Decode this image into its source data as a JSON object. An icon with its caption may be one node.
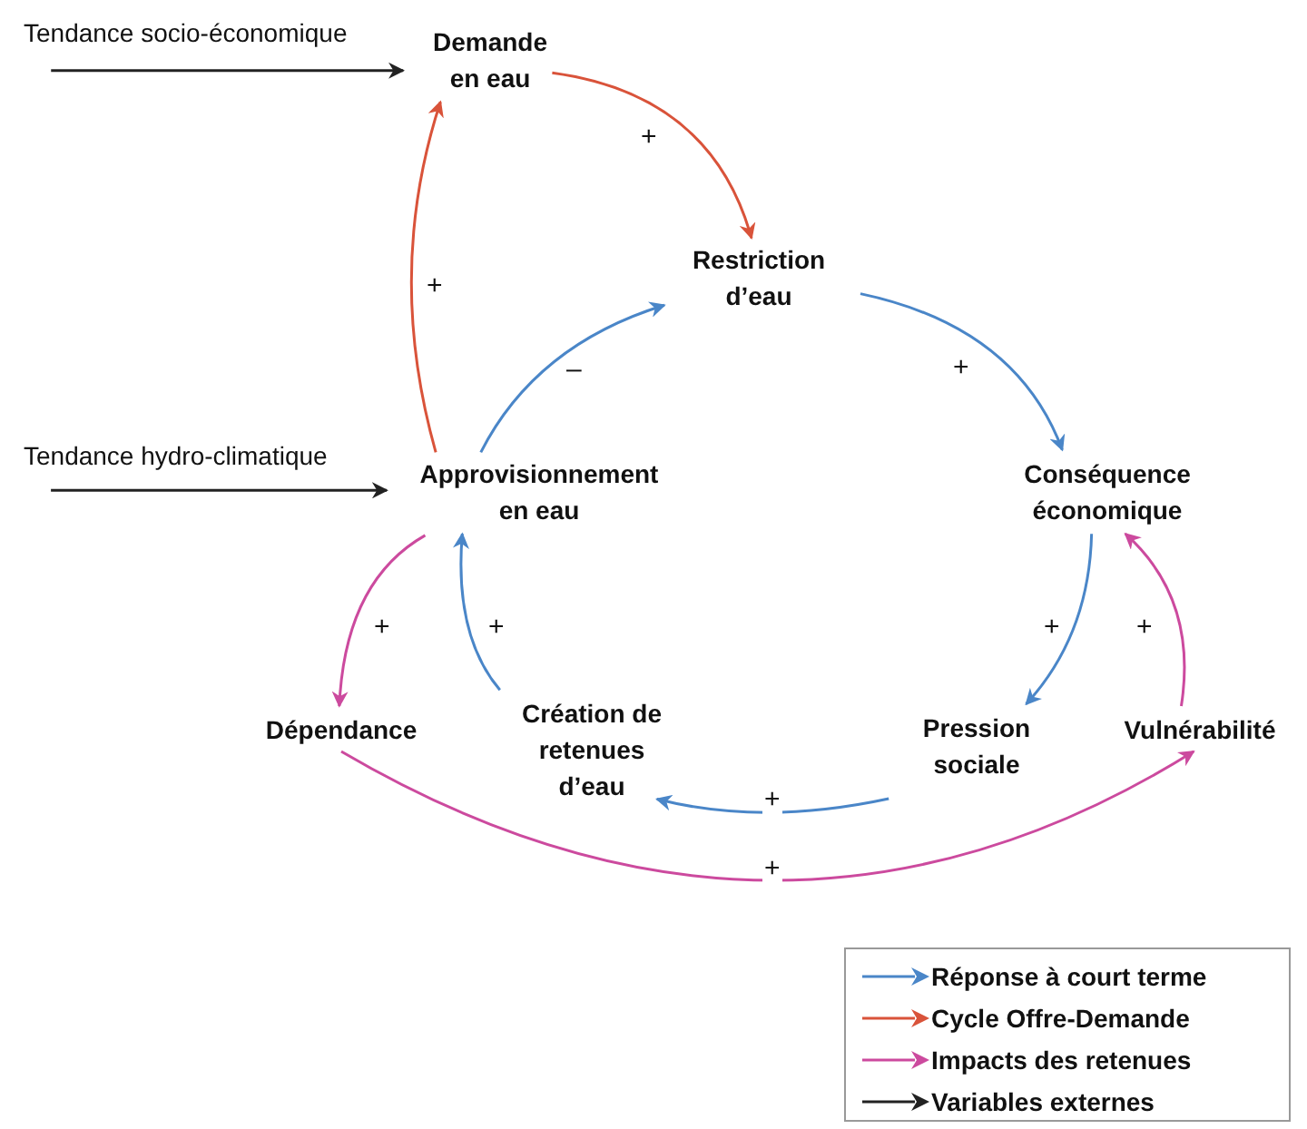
{
  "diagram": {
    "nodes": [
      {
        "text": [
          "Demande en eau"
        ]
      },
      {
        "text": [
          "Restriction d’eau"
        ]
      },
      {
        "text": [
          "Approvisionnement en eau"
        ]
      },
      {
        "text": [
          "Conséquence économique"
        ]
      },
      {
        "text": [
          "Dépendance"
        ]
      },
      {
        "text": [
          "Création de retenues d’eau"
        ]
      },
      {
        "text": [
          "Pression sociale"
        ]
      },
      {
        "text": [
          "Vulnérabilité"
        ]
      }
    ],
    "edges": [
      {
        "from": null,
        "to": 0,
        "arrow": "to",
        "label": "Tendance socio-économique",
        "color": "#222222"
      },
      {
        "from": 0,
        "to": 1,
        "arrow": "to",
        "label": "+",
        "color": "#d9533a"
      },
      {
        "from": 2,
        "to": 0,
        "arrow": "to",
        "label": "+",
        "color": "#d9533a"
      },
      {
        "from": 2,
        "to": 1,
        "arrow": "to",
        "label": "–"
      },
      {
        "from": 1,
        "to": 3,
        "arrow": "to",
        "label": "+"
      },
      {
        "from": null,
        "to": 2,
        "arrow": "to",
        "label": "Tendance hydro-climatique",
        "color": "#222222"
      },
      {
        "from": 2,
        "to": 4,
        "arrow": "to",
        "label": "+",
        "color": "#cc4a9e"
      },
      {
        "from": 5,
        "to": 2,
        "arrow": "to",
        "label": "+"
      },
      {
        "from": 3,
        "to": 6,
        "arrow": "to",
        "label": "+"
      },
      {
        "from": 7,
        "to": 3,
        "arrow": "to",
        "label": "+",
        "color": "#cc4a9e"
      },
      {
        "from": 6,
        "to": 5,
        "arrow": "to",
        "label": "+"
      },
      {
        "from": 4,
        "to": 7,
        "arrow": "to",
        "label": "+",
        "color": "#cc4a9e"
      }
    ],
    "legend": [
      {
        "text": "Réponse à court terme",
        "color": "#4a86c8"
      },
      {
        "text": "Cycle Offre-Demande",
        "color": "#d9533a"
      },
      {
        "text": "Impacts des retenues",
        "color": "#cc4a9e"
      },
      {
        "text": "Variables externes",
        "color": "#222222"
      }
    ]
  }
}
